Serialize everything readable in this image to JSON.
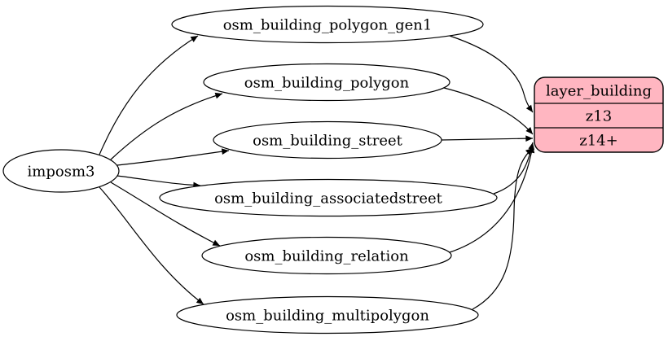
{
  "diagram": {
    "type": "etl-flow-graph",
    "background_color": "#ffffff",
    "edge_color": "#000000",
    "text_color": "#000000",
    "table_node_fill": "#ffffff",
    "source": {
      "label": "imposm3"
    },
    "tables": [
      {
        "label": "osm_building_polygon_gen1"
      },
      {
        "label": "osm_building_polygon"
      },
      {
        "label": "osm_building_street"
      },
      {
        "label": "osm_building_associatedstreet"
      },
      {
        "label": "osm_building_relation"
      },
      {
        "label": "osm_building_multipolygon"
      }
    ],
    "layer": {
      "title": "layer_building",
      "rows": [
        "z13",
        "z14+"
      ],
      "fill": "#ffb6c1",
      "stroke": "#000000"
    },
    "edges": [
      {
        "from": "imposm3",
        "to": "osm_building_polygon_gen1"
      },
      {
        "from": "imposm3",
        "to": "osm_building_polygon"
      },
      {
        "from": "imposm3",
        "to": "osm_building_street"
      },
      {
        "from": "imposm3",
        "to": "osm_building_associatedstreet"
      },
      {
        "from": "imposm3",
        "to": "osm_building_relation"
      },
      {
        "from": "imposm3",
        "to": "osm_building_multipolygon"
      },
      {
        "from": "osm_building_polygon_gen1",
        "to": "layer_building.z13"
      },
      {
        "from": "osm_building_polygon",
        "to": "layer_building.z14+"
      },
      {
        "from": "osm_building_street",
        "to": "layer_building.z14+"
      },
      {
        "from": "osm_building_associatedstreet",
        "to": "layer_building.z14+"
      },
      {
        "from": "osm_building_relation",
        "to": "layer_building.z14+"
      },
      {
        "from": "osm_building_multipolygon",
        "to": "layer_building.z14+"
      }
    ]
  }
}
